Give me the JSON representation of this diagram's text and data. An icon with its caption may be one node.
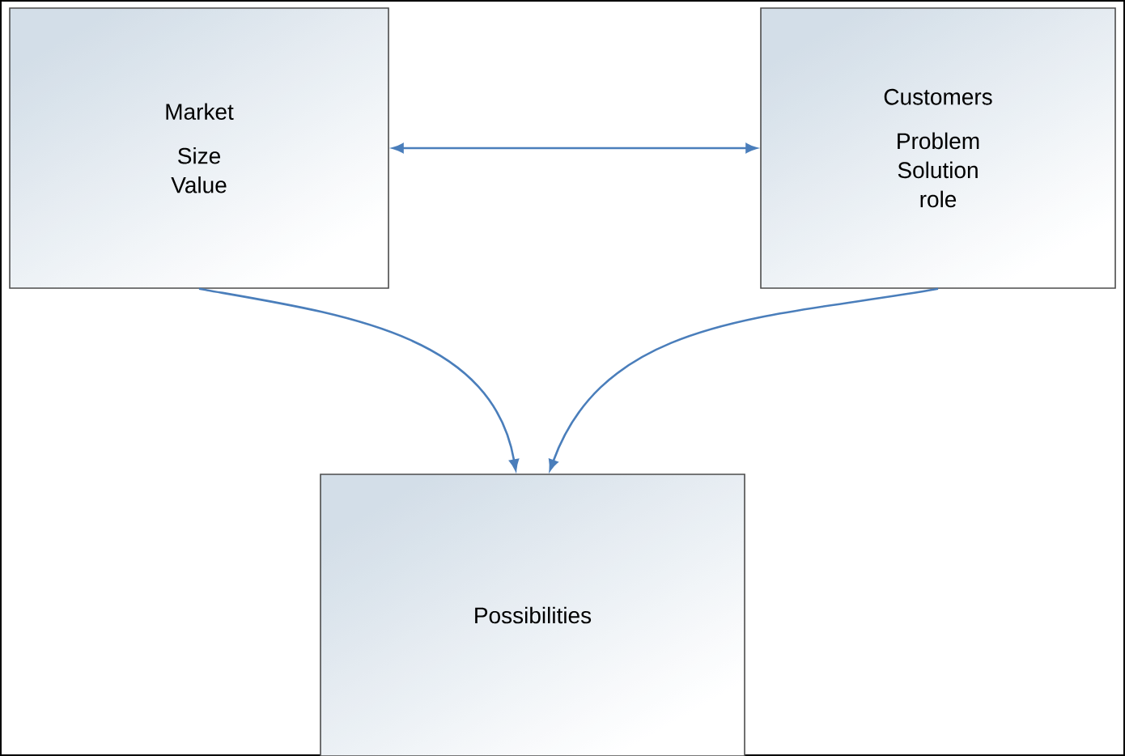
{
  "diagram": {
    "nodes": [
      {
        "text": [
          "Market",
          "Size Value"
        ]
      },
      {
        "text": [
          "Customers",
          "Problem Solution role"
        ]
      },
      {
        "text": [
          "Possibilities"
        ]
      }
    ],
    "edges": [
      {
        "from": 0,
        "to": 1,
        "arrow": "both"
      },
      {
        "from": 0,
        "to": 2,
        "arrow": "to"
      },
      {
        "from": 1,
        "to": 2,
        "arrow": "to"
      }
    ]
  }
}
